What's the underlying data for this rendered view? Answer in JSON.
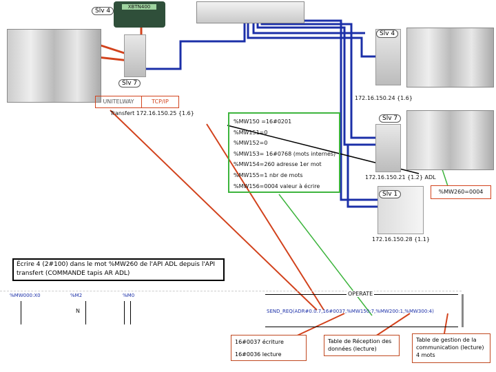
{
  "devices": {
    "hmi_label": "XBTN400",
    "slv4_top": "Slv 4",
    "slv4_right": "Slv 4",
    "slv7_left": "Slv 7",
    "slv7_right": "Slv 7",
    "slv1": "Slv 1"
  },
  "networks": {
    "unitelway": "UNITELWAY",
    "tcpip": "TCP/IP"
  },
  "addresses": {
    "transfert": "Transfert 172.16.150.25 {1.6}",
    "slv4": "172.16.150.24 {1.6}",
    "adl": "172.16.150.21 {1.2} ADL",
    "slv1": "172.16.150.28 {1.1}"
  },
  "mw_table": [
    "%MW150 =16#0201",
    "%MW151=0",
    "%MW152=0",
    "%MW153= 16#0768 (mots internes)",
    "%MW154=260 adresse 1er mot",
    "%MW155=1 nbr de mots",
    "%MW156=0004 valeur à écrire"
  ],
  "mw260": "%MW260=0004",
  "description": "Écrire 4 (2#100) dans le mot %MW260 de l'API ADL depuis l'API transfert (COMMANDE tapis AR ADL)",
  "ladder": {
    "contact1": "%MW000:X0",
    "contact2": "%M2",
    "contact2_mark": "N",
    "contact3": "%M0",
    "block_title": "OPERATE",
    "instruction": "SEND_REQ(ADR#0.0.7,16#0037,%MW150:7,%MW200:1,%MW300:4)"
  },
  "notes": {
    "code_write": "16#0037 écriture",
    "code_read": "16#0036 lecture",
    "reception": "Table de Réception des données (lecture)",
    "gestion": "Table de gestion de la communication (lecture) 4 mots"
  },
  "colors": {
    "ethernet": "#1b2fa8",
    "unitelway": "#d2421c",
    "annotation": "#d2421c",
    "table_border": "#3cb43c"
  }
}
